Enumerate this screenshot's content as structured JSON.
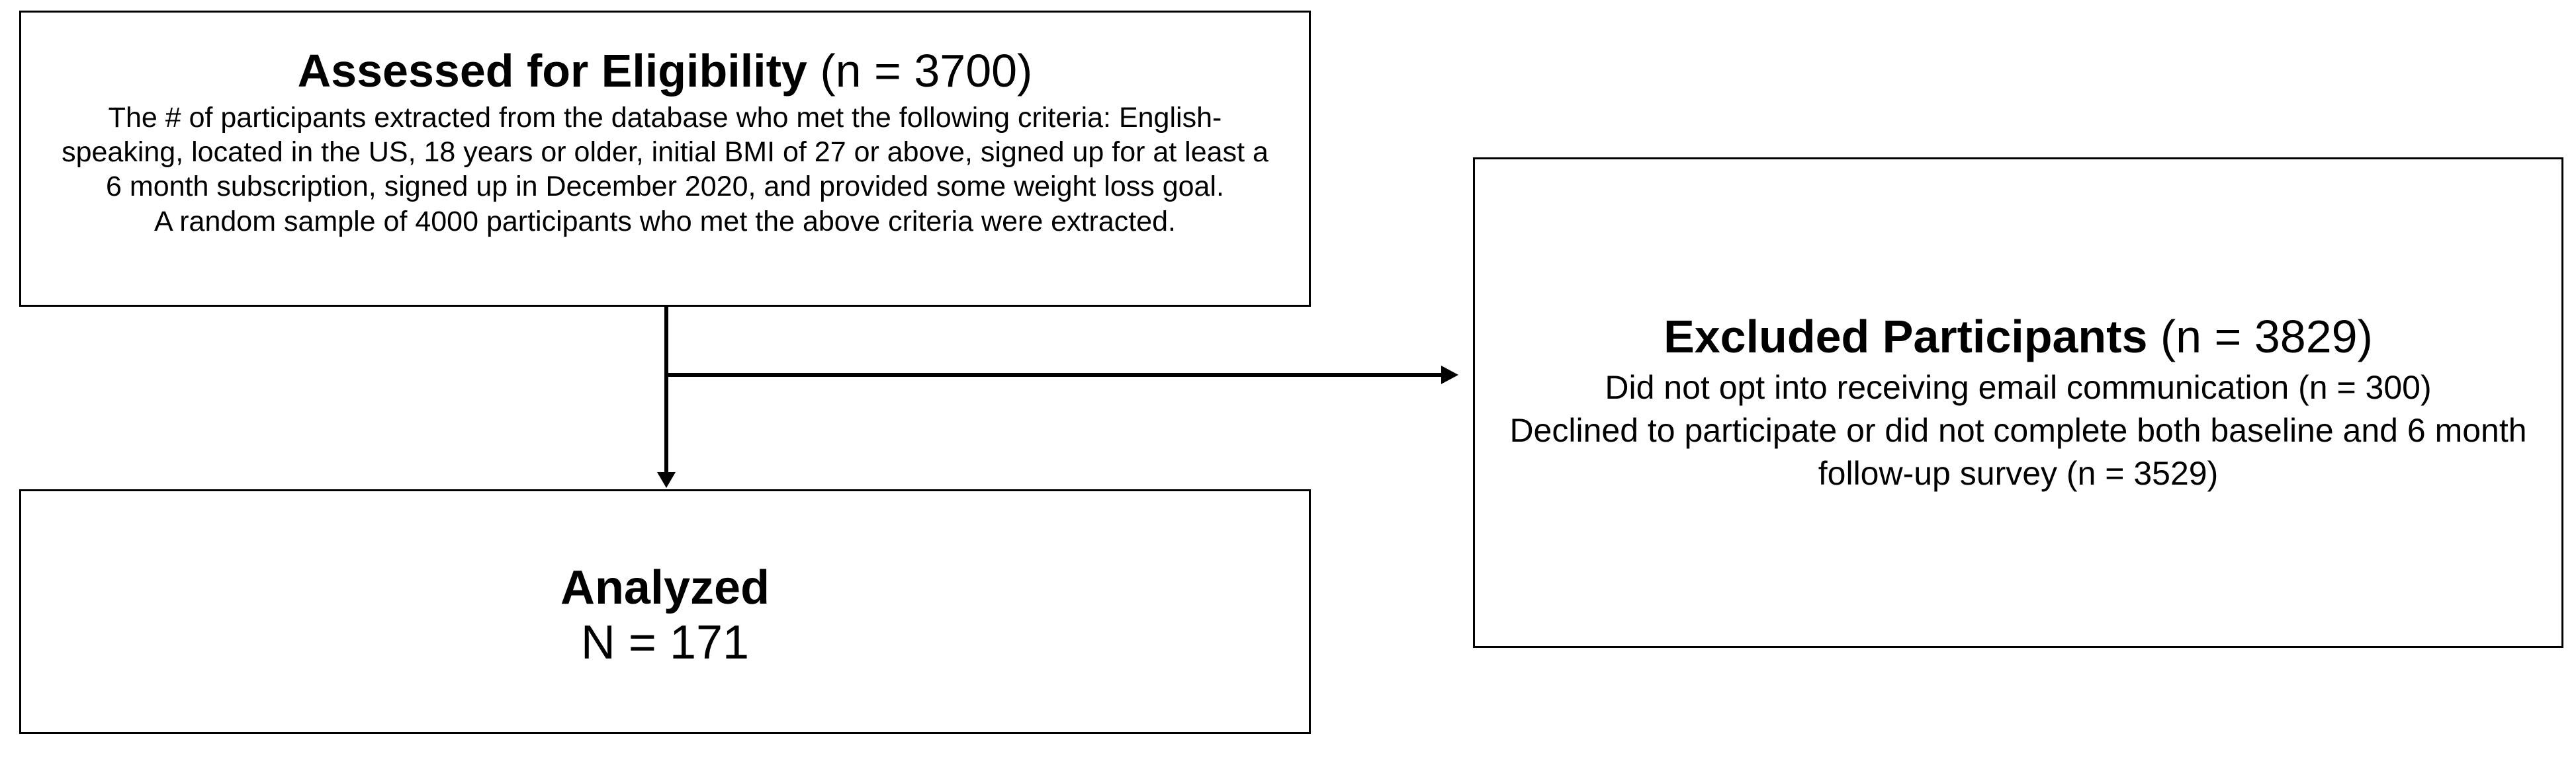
{
  "eligibility": {
    "title_bold": "Assessed for Eligibility",
    "title_count": "(n = 3700)",
    "criteria": "The # of participants extracted from the database who met the following criteria: English-speaking, located in the US, 18 years or older, initial BMI of 27 or above, signed up for at least a 6 month subscription, signed up in December 2020, and provided some weight loss goal.",
    "sample_note": "A random sample of 4000 participants who met the above criteria were extracted."
  },
  "excluded": {
    "title_bold": "Excluded Participants",
    "title_count": "(n = 3829)",
    "reasons": [
      "Did not opt into receiving email communication (n = 300)",
      "Declined to participate or did not complete both baseline and 6 month follow-up survey (n = 3529)"
    ]
  },
  "analyzed": {
    "title": "Analyzed",
    "count": "N = 171"
  }
}
